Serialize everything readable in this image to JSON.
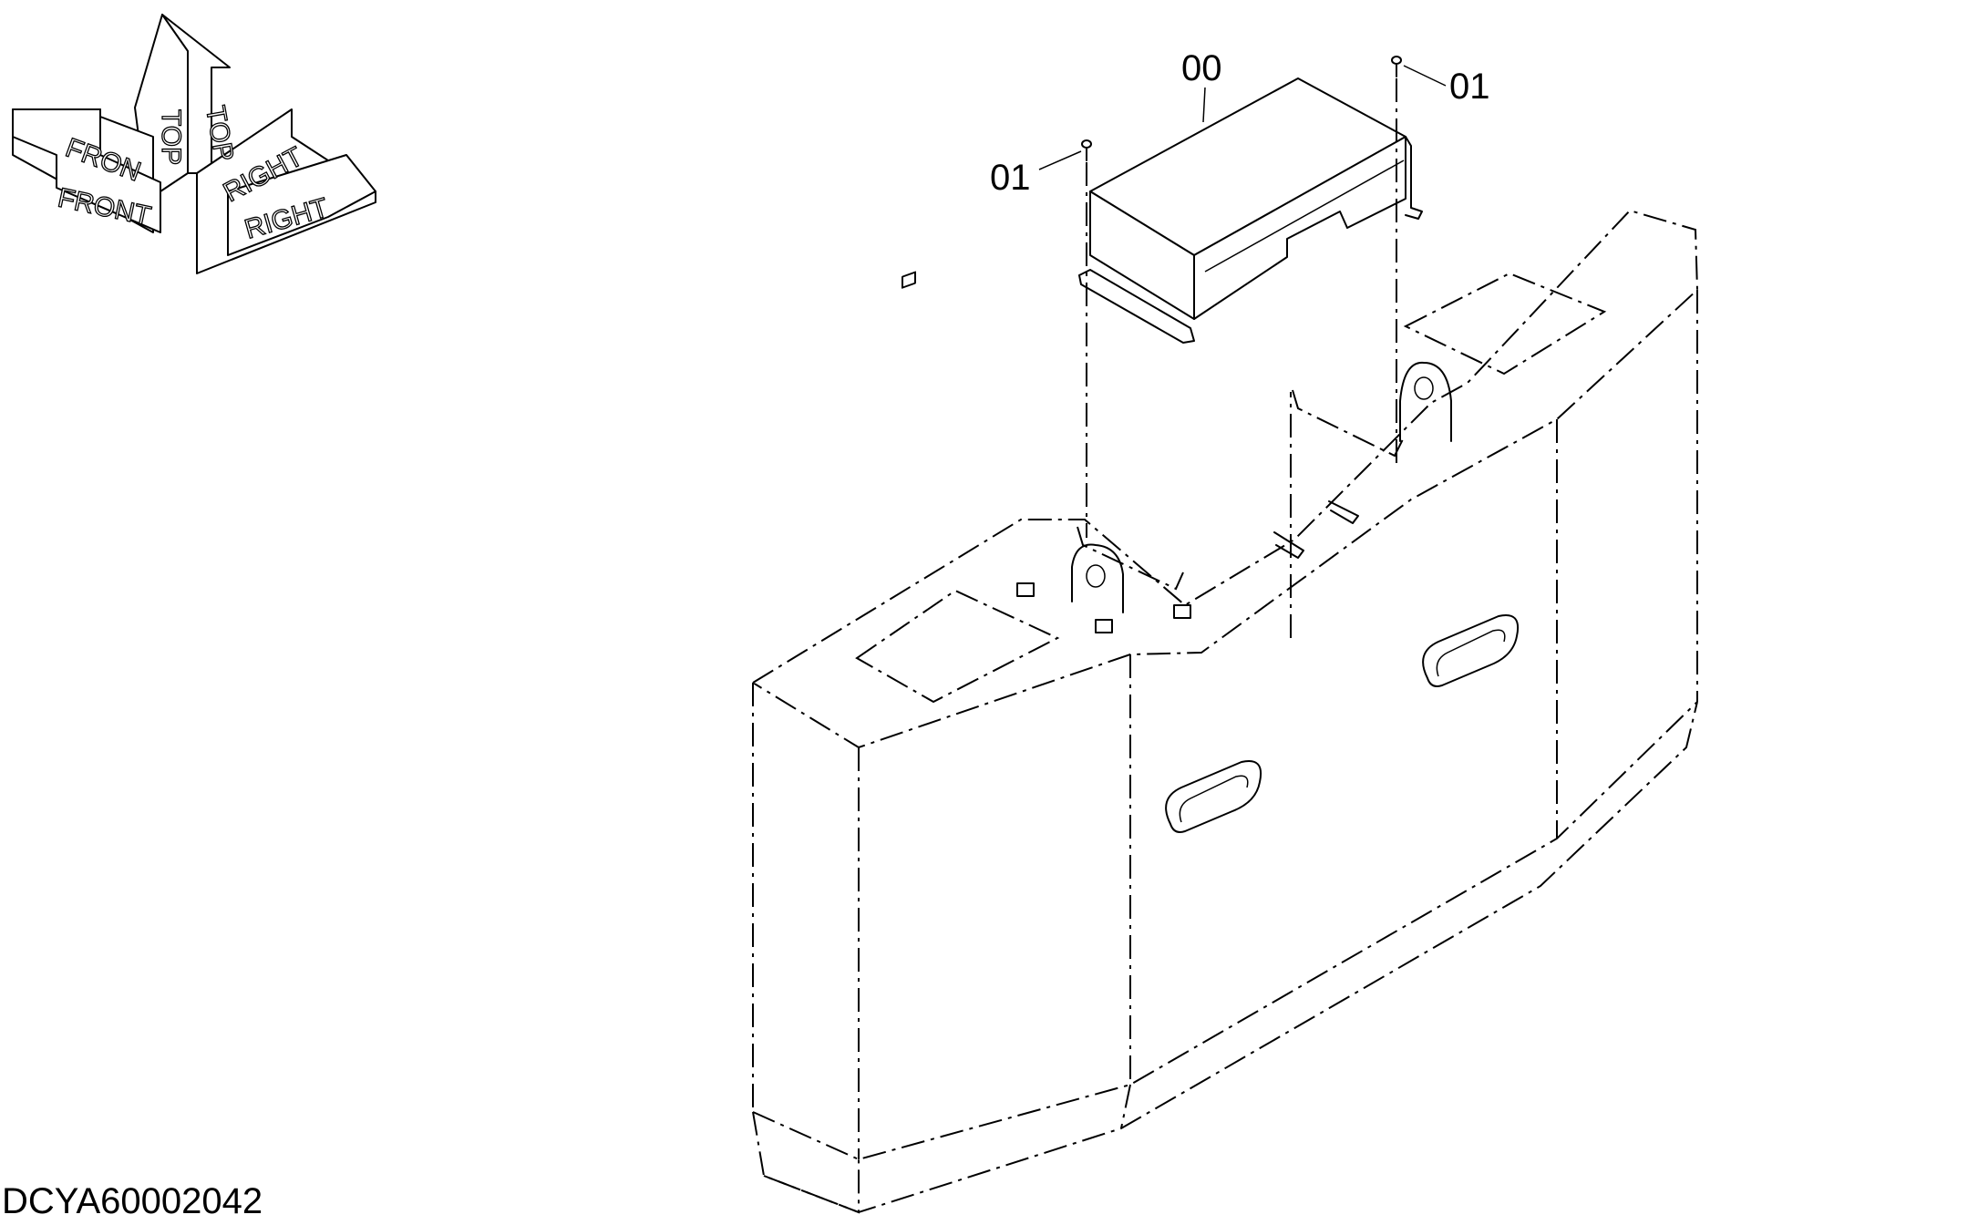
{
  "orientation": {
    "front": "FRONT",
    "front_partial": "FRON",
    "top": "TOP",
    "right": "RIGHT"
  },
  "callouts": {
    "part_00": "00",
    "bolt_left": "01",
    "bolt_right": "01"
  },
  "drawing_number": "DCYA60002042",
  "colors": {
    "line": "#000000",
    "background": "#ffffff"
  }
}
